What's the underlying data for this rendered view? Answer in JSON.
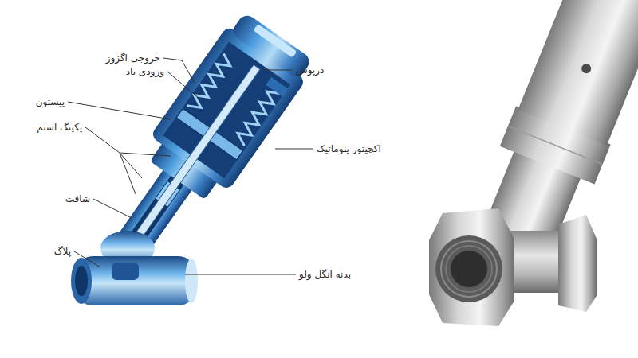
{
  "diagram": {
    "labels": [
      "خروجی اگزوز",
      "درپوش",
      "ورودی باد",
      "پیستون",
      "پکینگ استم",
      "اکچیتور پنوماتیک",
      "شافت",
      "پلاگ",
      "بدنه انگل ولو"
    ]
  }
}
